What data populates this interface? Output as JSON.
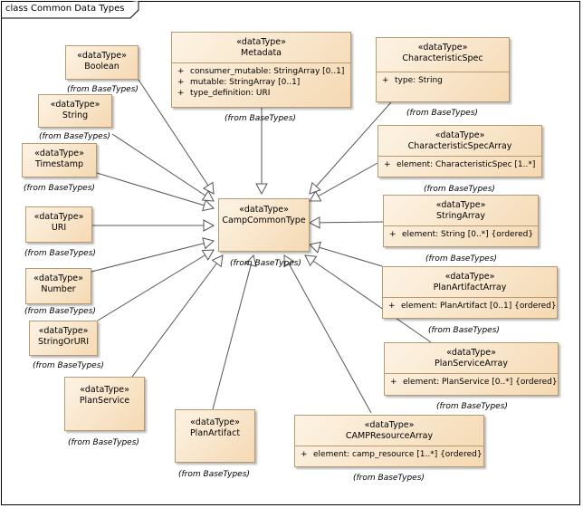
{
  "diagram": {
    "title": "class Common Data Types"
  },
  "stereotype": "«dataType»",
  "from_label": "(from BaseTypes)",
  "central": {
    "name": "CampCommonType"
  },
  "classes": {
    "boolean": {
      "name": "Boolean"
    },
    "string": {
      "name": "String"
    },
    "timestamp": {
      "name": "Timestamp"
    },
    "uri": {
      "name": "URI"
    },
    "number": {
      "name": "Number"
    },
    "stringoruri": {
      "name": "StringOrURI"
    },
    "planservice": {
      "name": "PlanService"
    },
    "planartifact": {
      "name": "PlanArtifact"
    },
    "metadata": {
      "name": "Metadata",
      "attrs": [
        {
          "vis": "+",
          "text": "consumer_mutable: StringArray [0..1]"
        },
        {
          "vis": "+",
          "text": "mutable: StringArray [0..1]"
        },
        {
          "vis": "+",
          "text": "type_definition: URI"
        }
      ]
    },
    "characteristicspec": {
      "name": "CharacteristicSpec",
      "attrs": [
        {
          "vis": "+",
          "text": "type: String"
        }
      ]
    },
    "characteristicspecarray": {
      "name": "CharacteristicSpecArray",
      "attrs": [
        {
          "vis": "+",
          "text": "element: CharacteristicSpec [1..*]"
        }
      ]
    },
    "stringarray": {
      "name": "StringArray",
      "attrs": [
        {
          "vis": "+",
          "text": "element: String [0..*] {ordered}"
        }
      ]
    },
    "planartifactarray": {
      "name": "PlanArtifactArray",
      "attrs": [
        {
          "vis": "+",
          "text": "element: PlanArtifact [0..1] {ordered}"
        }
      ]
    },
    "planservicearray": {
      "name": "PlanServiceArray",
      "attrs": [
        {
          "vis": "+",
          "text": "element: PlanService [0..*] {ordered}"
        }
      ]
    },
    "campresourcearray": {
      "name": "CAMPResourceArray",
      "attrs": [
        {
          "vis": "+",
          "text": "element: camp_resource [1..*] {ordered}"
        }
      ]
    }
  },
  "central_from": "(from BaseTypes)"
}
